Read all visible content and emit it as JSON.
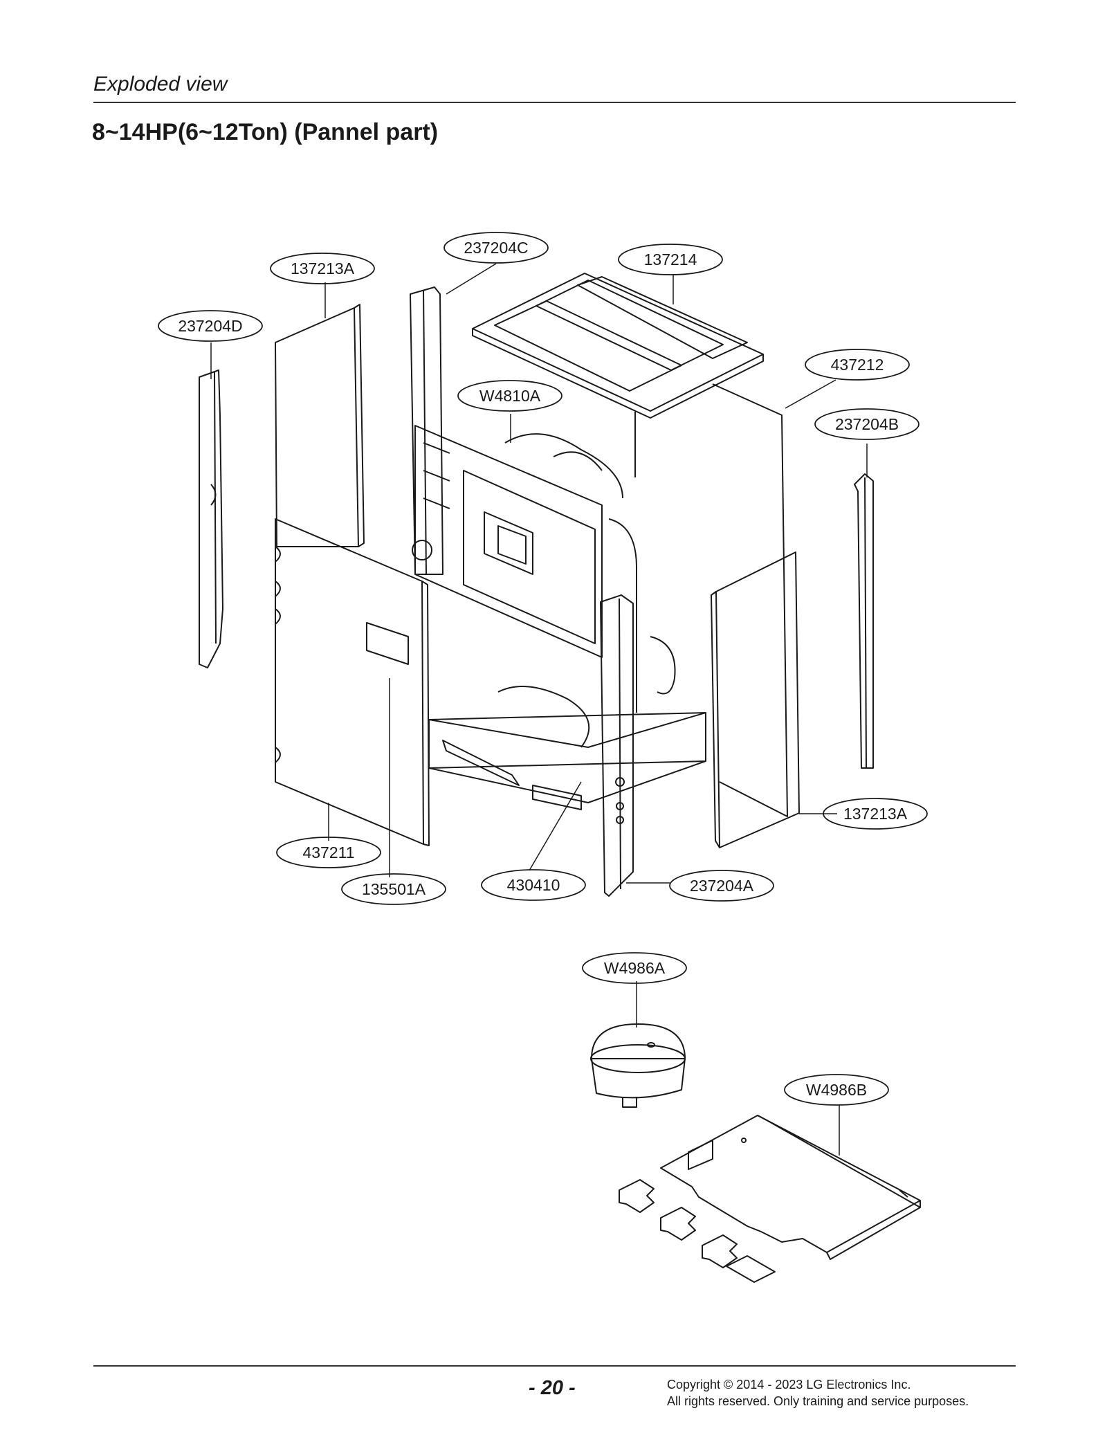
{
  "header": {
    "section_label": "Exploded view",
    "title": "8~14HP(6~12Ton) (Pannel part)"
  },
  "callouts": [
    {
      "id": "c1",
      "label": "237204C"
    },
    {
      "id": "c2",
      "label": "137214"
    },
    {
      "id": "c3",
      "label": "137213A"
    },
    {
      "id": "c4",
      "label": "237204D"
    },
    {
      "id": "c5",
      "label": "437212"
    },
    {
      "id": "c6",
      "label": "W4810A"
    },
    {
      "id": "c7",
      "label": "237204B"
    },
    {
      "id": "c8",
      "label": "137213A"
    },
    {
      "id": "c9",
      "label": "437211"
    },
    {
      "id": "c10",
      "label": "135501A"
    },
    {
      "id": "c11",
      "label": "430410"
    },
    {
      "id": "c12",
      "label": "237204A"
    },
    {
      "id": "c13",
      "label": "W4986A"
    },
    {
      "id": "c14",
      "label": "W4986B"
    }
  ],
  "footer": {
    "page_number": "- 20 -",
    "copyright_line1": "Copyright © 2014 - 2023 LG Electronics Inc.",
    "copyright_line2": "All rights reserved. Only training and service purposes."
  }
}
